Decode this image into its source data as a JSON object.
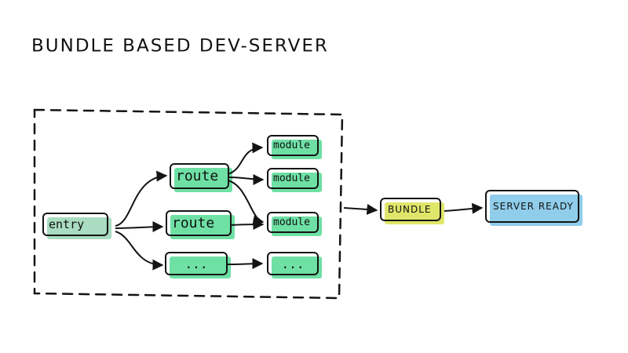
{
  "title": "BUNDLE BASED DEV-SERVER",
  "nodes": {
    "entry": "entry",
    "route_1": "route",
    "route_2": "route",
    "route_3": "...",
    "module_1": "module",
    "module_2": "module",
    "module_3": "module",
    "module_4": "...",
    "bundle": "BUNDLE",
    "server_ready": "SERVER READY"
  },
  "colors": {
    "module_green": "#6ee0a4",
    "entry_green": "#a9dcc0",
    "bundle_yellow": "#dfe66a",
    "server_blue": "#8fcdeb",
    "ink": "#141414"
  }
}
